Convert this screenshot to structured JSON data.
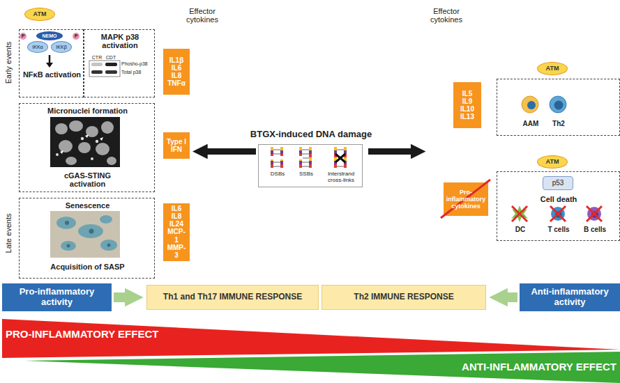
{
  "diagram": {
    "nodes": [
      {
        "text": [
          "ATM"
        ]
      },
      {
        "text": [
          "NFκB activation"
        ]
      },
      {
        "text": [
          "NEMO"
        ],
        "in": 1
      },
      {
        "text": [
          "IKKα"
        ],
        "in": 1
      },
      {
        "text": [
          "IKKβ"
        ],
        "in": 1
      },
      {
        "text": [
          "P"
        ],
        "in": 1
      },
      {
        "text": [
          "P"
        ],
        "in": 1
      },
      {
        "text": [
          "MAPK p38 activation",
          "CTR",
          "CDT",
          "Phosho-p38",
          "Total p38"
        ]
      },
      {
        "text": [
          "Micronuclei formation",
          "cGAS-STING activation"
        ]
      },
      {
        "text": [
          "Senescence",
          "Acquisition of SASP"
        ]
      },
      {
        "text": [
          "IL1β IL6 IL8 TNFα"
        ]
      },
      {
        "text": [
          "Type I IFN"
        ]
      },
      {
        "text": [
          "IL6 IL8 IL24 MCP-1 MMP-3"
        ]
      },
      {
        "text": [
          "BTGX-induced DNA damage",
          "DSBs",
          "SSBs",
          "Interstrand cross-links"
        ]
      },
      {
        "text": [
          "IL5 IL9 IL10 IL13"
        ]
      },
      {
        "text": [
          "Pro-inflammatory cytokines"
        ]
      },
      {
        "text": [
          "ATM"
        ]
      },
      {
        "text": [
          "AAM",
          "Th2"
        ]
      },
      {
        "text": [
          "ATM"
        ]
      },
      {
        "text": [
          "Cell death",
          "DC",
          "T cells",
          "B cells"
        ]
      },
      {
        "text": [
          "p53"
        ],
        "in": 19
      },
      {
        "text": [
          "Pro-inflammatory activity"
        ]
      },
      {
        "text": [
          "Th1 and Th17 IMMUNE RESPONSE"
        ]
      },
      {
        "text": [
          "Th2 IMMUNE RESPONSE"
        ]
      },
      {
        "text": [
          "Anti-inflammatory activity"
        ]
      },
      {
        "text": [
          "PRO-INFLAMMATORY EFFECT"
        ]
      },
      {
        "text": [
          "ANTI-INFLAMMATORY EFFECT"
        ]
      }
    ],
    "edges": [
      {
        "from": 13,
        "to": 11,
        "arrow": "to"
      },
      {
        "from": 21,
        "to": 22,
        "arrow": "to"
      },
      {
        "from": 24,
        "to": 23,
        "arrow": "to"
      }
    ],
    "labels": [
      "Effector cytokines",
      "Effector cytokines",
      "Early events",
      "Late events"
    ]
  }
}
